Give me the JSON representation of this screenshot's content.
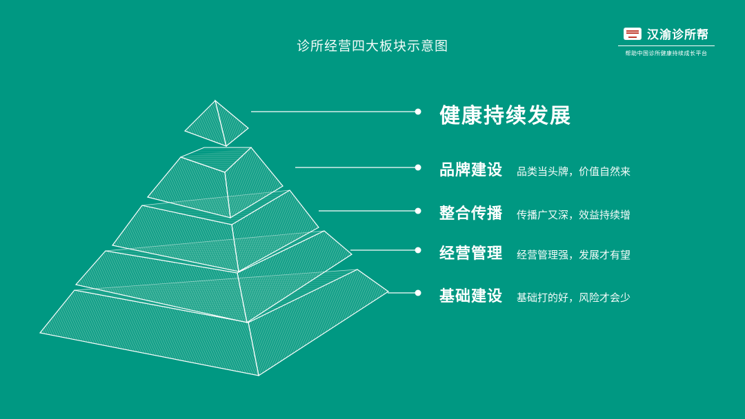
{
  "slide": {
    "title": "诊所经营四大板块示意图"
  },
  "brand": {
    "logo_icon": "clinic-logo-icon",
    "name": "汉渝诊所帮",
    "tagline": "帮助中国诊所健康持续成长平台"
  },
  "levels": [
    {
      "title": "健康持续发展",
      "description": ""
    },
    {
      "title": "品牌建设",
      "description": "品类当头牌，价值自然来"
    },
    {
      "title": "整合传播",
      "description": "传播广又深，效益持续增"
    },
    {
      "title": "经营管理",
      "description": "经营管理强，发展才有望"
    },
    {
      "title": "基础建设",
      "description": "基础打的好，风险才会少"
    }
  ],
  "colors": {
    "background": "#009882",
    "text": "#ffffff"
  }
}
